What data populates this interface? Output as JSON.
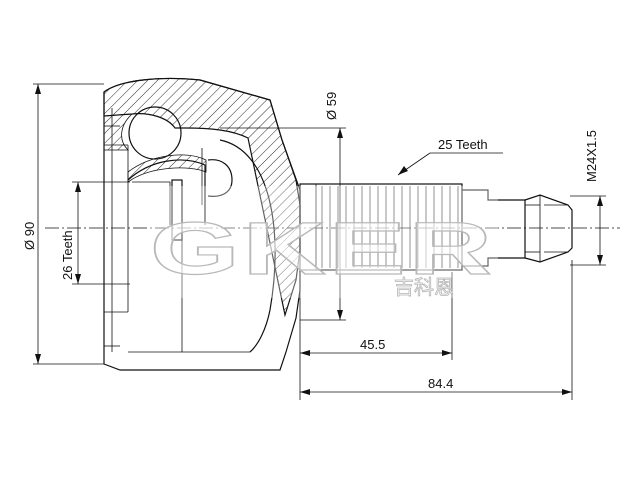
{
  "watermark": {
    "brand": "GKER",
    "chinese": "吉科恩"
  },
  "dimensions": {
    "outer_diameter": "Ø 90",
    "inner_teeth": "26 Teeth",
    "bell_diameter": "Ø 59",
    "shaft_teeth": "25 Teeth",
    "thread": "M24X1.5",
    "length_short": "45.5",
    "length_total": "84.4"
  }
}
